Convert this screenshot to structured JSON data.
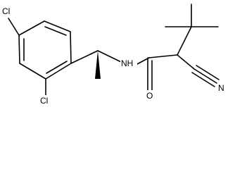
{
  "molecule": {
    "atom_labels": {
      "cl_top": "Cl",
      "cl_bottom": "Cl",
      "nh": "NH",
      "o": "O",
      "n": "N"
    },
    "stereo_bond": "wedge"
  }
}
